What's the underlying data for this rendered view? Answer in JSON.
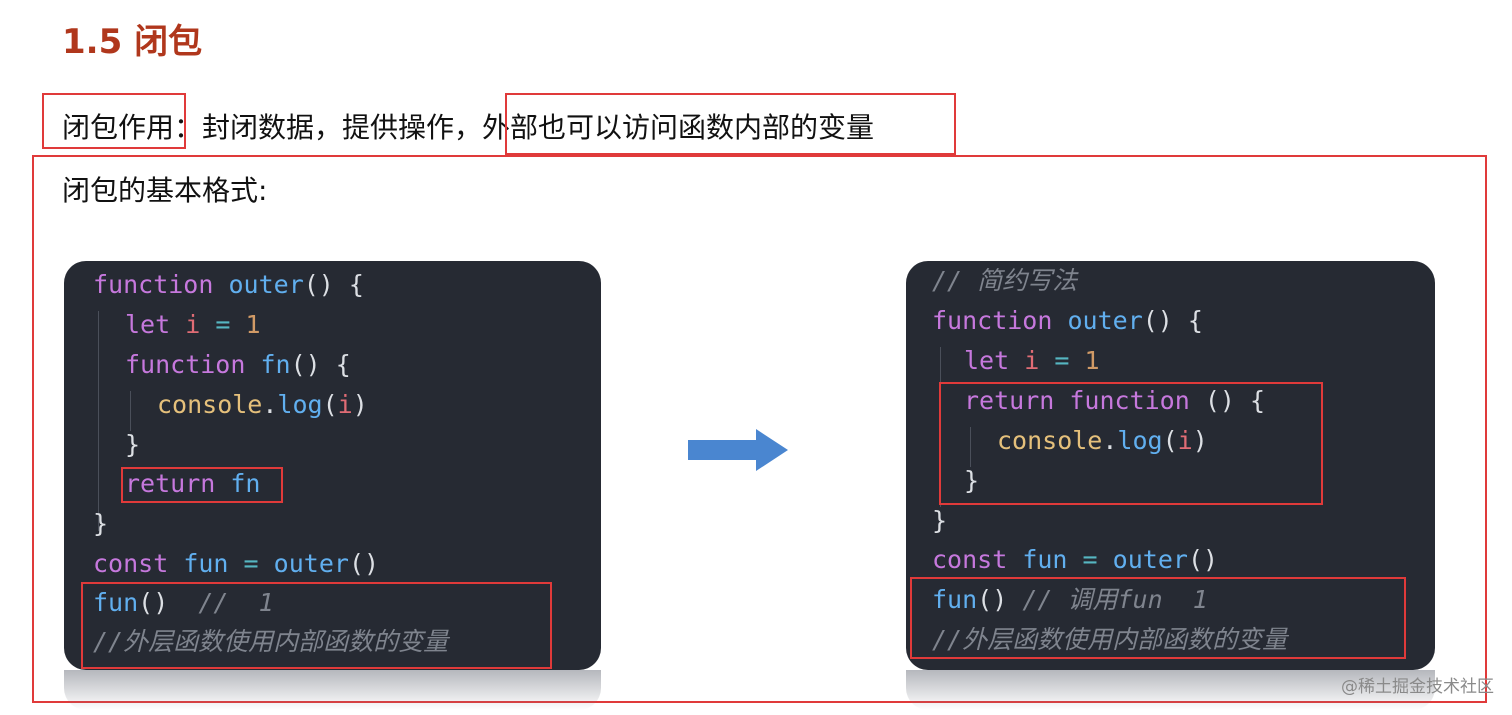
{
  "heading": "1.5 闭包",
  "definition": {
    "term": "闭包作用",
    "colon": "：",
    "middle": "封闭数据，提供操作，",
    "highlight": "外部也可以访问函数内部的变量"
  },
  "subtitle": "闭包的基本格式:",
  "left_code": {
    "l1": {
      "kw": "function",
      "name": "outer",
      "rest": "() {"
    },
    "l2": {
      "kw": "let",
      "var": "i",
      "op": "=",
      "num": "1"
    },
    "l3": {
      "kw": "function",
      "name": "fn",
      "rest": "() {"
    },
    "l4": {
      "obj": "console",
      "dot": ".",
      "method": "log",
      "open": "(",
      "var": "i",
      "close": ")"
    },
    "l5": "}",
    "l6": {
      "kw": "return",
      "name": "fn"
    },
    "l7": "}",
    "l8": {
      "kw": "const",
      "name": "fun",
      "op": "=",
      "call": "outer",
      "rest": "()"
    },
    "l9": {
      "call": "fun",
      "rest": "()",
      "comment": "//  1"
    },
    "l10": {
      "comment": "//外层函数使用内部函数的变量"
    }
  },
  "right_code": {
    "l0": {
      "comment": "// 简约写法"
    },
    "l1": {
      "kw": "function",
      "name": "outer",
      "rest": "() {"
    },
    "l2": {
      "kw": "let",
      "var": "i",
      "op": "=",
      "num": "1"
    },
    "l3": {
      "kw1": "return",
      "kw2": "function",
      "rest": "() {"
    },
    "l4": {
      "obj": "console",
      "dot": ".",
      "method": "log",
      "open": "(",
      "var": "i",
      "close": ")"
    },
    "l5": "}",
    "l6": "}",
    "l7": {
      "kw": "const",
      "name": "fun",
      "op": "=",
      "call": "outer",
      "rest": "()"
    },
    "l8": {
      "call": "fun",
      "rest": "()",
      "comment": "// 调用fun  1"
    },
    "l9": {
      "comment": "//外层函数使用内部函数的变量"
    }
  },
  "arrow_icon": "right-arrow-icon",
  "watermark": "@稀土掘金技术社区",
  "colors": {
    "heading": "#b0371c",
    "highlight_box": "#e03a3a",
    "code_bg": "#262a33",
    "arrow": "#4a86d0"
  }
}
